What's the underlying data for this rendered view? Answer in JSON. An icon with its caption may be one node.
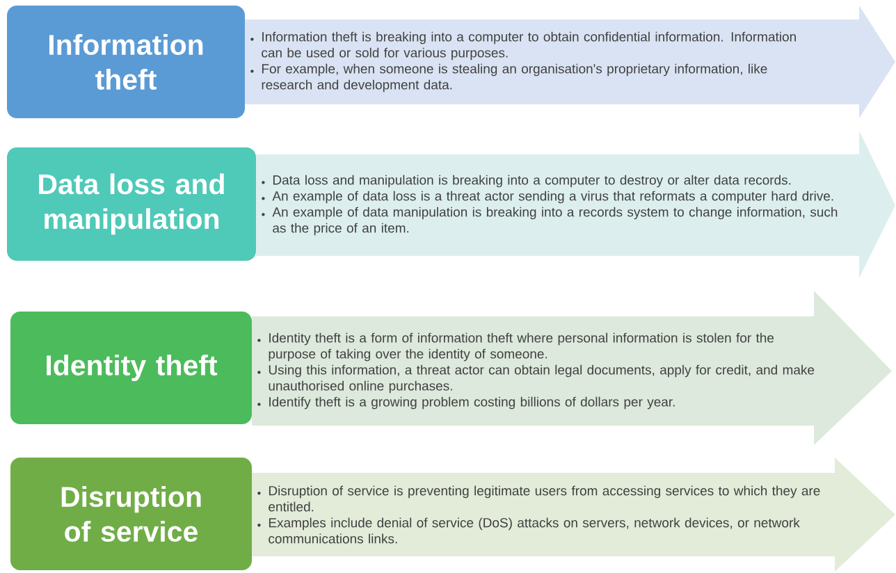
{
  "diagram": {
    "nodes": [
      {
        "text": [
          "Information theft"
        ]
      },
      {
        "text": [
          "Information theft is breaking into a computer to obtain confidential information. Information can be used or sold for various purposes.",
          "For example, when someone is stealing an organisation's proprietary information, like research and development data."
        ]
      },
      {
        "text": [
          "Data loss and manipulation"
        ]
      },
      {
        "text": [
          "Data loss and manipulation is breaking into a computer to destroy or alter data records.",
          "An example of data loss is a threat actor sending a virus that reformats a computer hard drive.",
          "An example of data manipulation is breaking into a records system to change information, such as the price of an item."
        ]
      },
      {
        "text": [
          "Identity theft"
        ]
      },
      {
        "text": [
          "Identity theft is a form of information theft where personal information is stolen for the purpose of taking over the identity of someone.",
          "Using this information, a threat actor can obtain legal documents, apply for credit, and make unauthorised online purchases.",
          "Identify theft is a growing problem costing billions of dollars per year."
        ]
      },
      {
        "text": [
          "Disruption of service"
        ]
      },
      {
        "text": [
          "Disruption of service is preventing legitimate users from accessing services to which they are entitled.",
          "Examples include denial of service (DoS) attacks on servers, network devices, or network communications links."
        ]
      }
    ]
  }
}
